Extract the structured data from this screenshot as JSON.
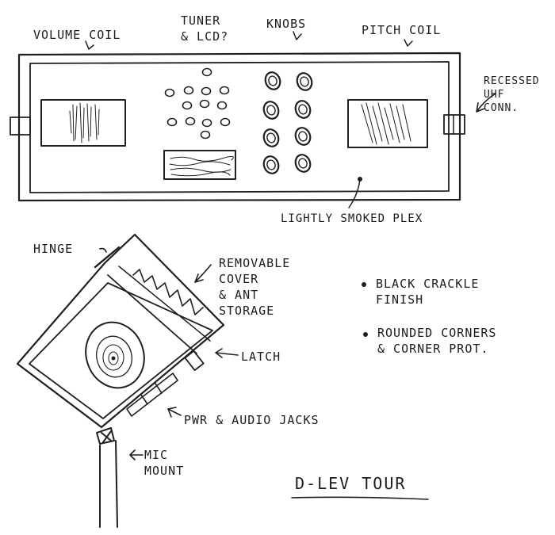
{
  "title": "D-LEV TOUR",
  "labels": {
    "volume_coil": "VOLUME COIL",
    "tuner_lcd": "TUNER\n& LCD?",
    "knobs": "KNOBS",
    "pitch_coil": "PITCH COIL",
    "uhf_conn": "RECESSED\nUHF\nCONN.",
    "smoked_plex": "LIGHTLY SMOKED PLEX",
    "hinge": "HINGE",
    "removable_cover": "REMOVABLE\nCOVER\n& ANT\nSTORAGE",
    "latch": "LATCH",
    "jacks": "PWR & AUDIO JACKS",
    "mic_mount": "MIC\nMOUNT"
  },
  "notes": [
    "BLACK CRACKLE\nFINISH",
    "ROUNDED CORNERS\n& CORNER PROT."
  ],
  "ink_color": "#1f1f1f"
}
